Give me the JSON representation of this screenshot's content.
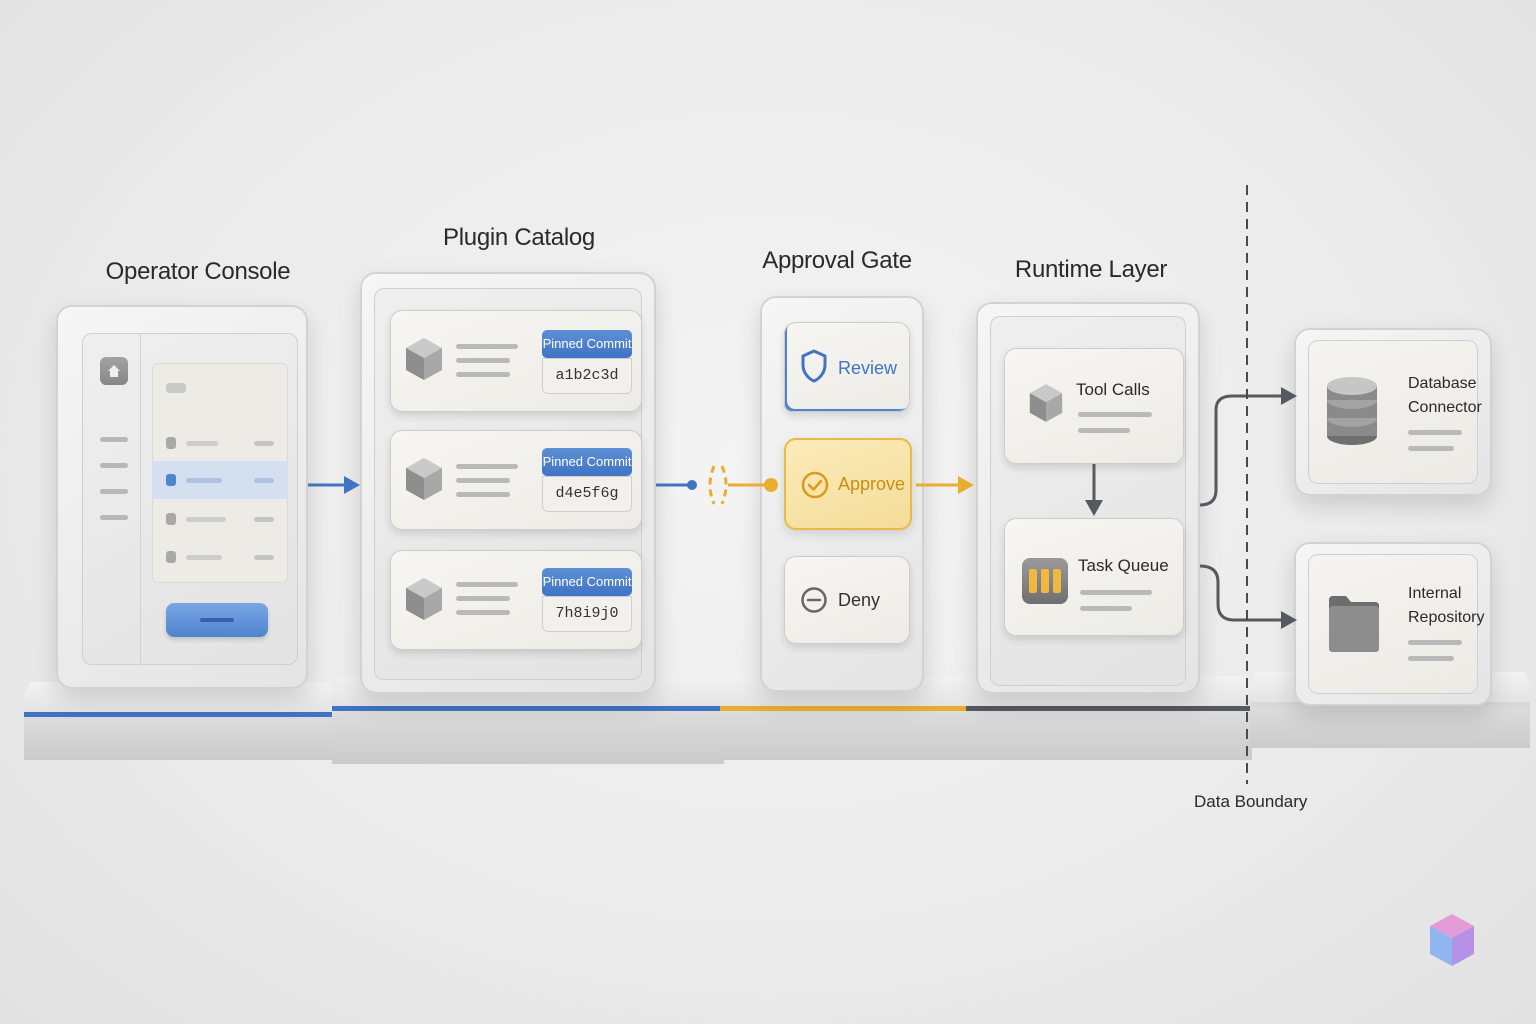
{
  "stages": {
    "operator": {
      "title": "Operator Console"
    },
    "catalog": {
      "title": "Plugin Catalog",
      "plugins": [
        {
          "badge": "Pinned Commit",
          "commit": "a1b2c3d"
        },
        {
          "badge": "Pinned Commit",
          "commit": "d4e5f6g"
        },
        {
          "badge": "Pinned Commit",
          "commit": "7h8i9j0"
        }
      ]
    },
    "gate": {
      "title": "Approval Gate",
      "options": [
        {
          "label": "Review",
          "icon": "shield-icon"
        },
        {
          "label": "Approve",
          "icon": "check-circle-icon"
        },
        {
          "label": "Deny",
          "icon": "minus-circle-icon"
        }
      ]
    },
    "runtime": {
      "title": "Runtime Layer",
      "tool_calls": "Tool Calls",
      "task_queue": "Task Queue"
    },
    "external": {
      "database": {
        "line1": "Database",
        "line2": "Connector"
      },
      "repository": {
        "line1": "Internal",
        "line2": "Repository"
      }
    }
  },
  "boundary": {
    "label": "Data Boundary"
  },
  "colors": {
    "blue": "#3f74c4",
    "amber": "#e9ae2f",
    "dark": "#555a60",
    "approve_fill": "#f7e3a6"
  }
}
